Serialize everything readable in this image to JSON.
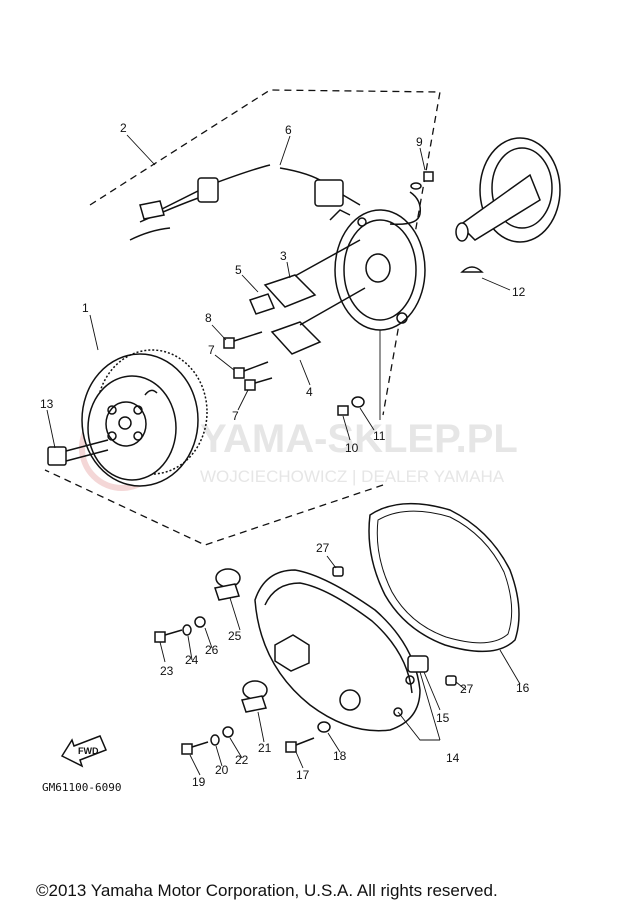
{
  "watermark": {
    "brand": "YAMA-SKLEP.PL",
    "dealer": "WOJCIECHOWICZ | DEALER YAMAHA"
  },
  "diagram_code": "GM61100-6090",
  "fwd_label": "FWD",
  "copyright": "©2013 Yamaha Motor Corporation, U.S.A. All rights reserved.",
  "callouts": {
    "c1": "1",
    "c2": "2",
    "c3": "3",
    "c4": "4",
    "c5": "5",
    "c6": "6",
    "c7a": "7",
    "c7b": "7",
    "c8": "8",
    "c9": "9",
    "c10": "10",
    "c11": "11",
    "c12": "12",
    "c13": "13",
    "c14": "14",
    "c15": "15",
    "c16": "16",
    "c17": "17",
    "c18": "18",
    "c19": "19",
    "c20": "20",
    "c21": "21",
    "c22": "22",
    "c23": "23",
    "c24": "24",
    "c25": "25",
    "c26": "26",
    "c27a": "27",
    "c27b": "27"
  }
}
